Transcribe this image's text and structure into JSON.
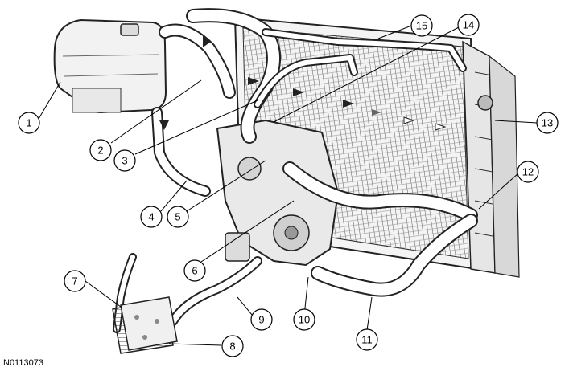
{
  "figure": {
    "reference_code": "N0113073",
    "callouts": [
      {
        "id": 1,
        "label": "1"
      },
      {
        "id": 2,
        "label": "2"
      },
      {
        "id": 3,
        "label": "3"
      },
      {
        "id": 4,
        "label": "4"
      },
      {
        "id": 5,
        "label": "5"
      },
      {
        "id": 6,
        "label": "6"
      },
      {
        "id": 7,
        "label": "7"
      },
      {
        "id": 8,
        "label": "8"
      },
      {
        "id": 9,
        "label": "9"
      },
      {
        "id": 10,
        "label": "10"
      },
      {
        "id": 11,
        "label": "11"
      },
      {
        "id": 12,
        "label": "12"
      },
      {
        "id": 13,
        "label": "13"
      },
      {
        "id": 14,
        "label": "14"
      },
      {
        "id": 15,
        "label": "15"
      }
    ]
  }
}
